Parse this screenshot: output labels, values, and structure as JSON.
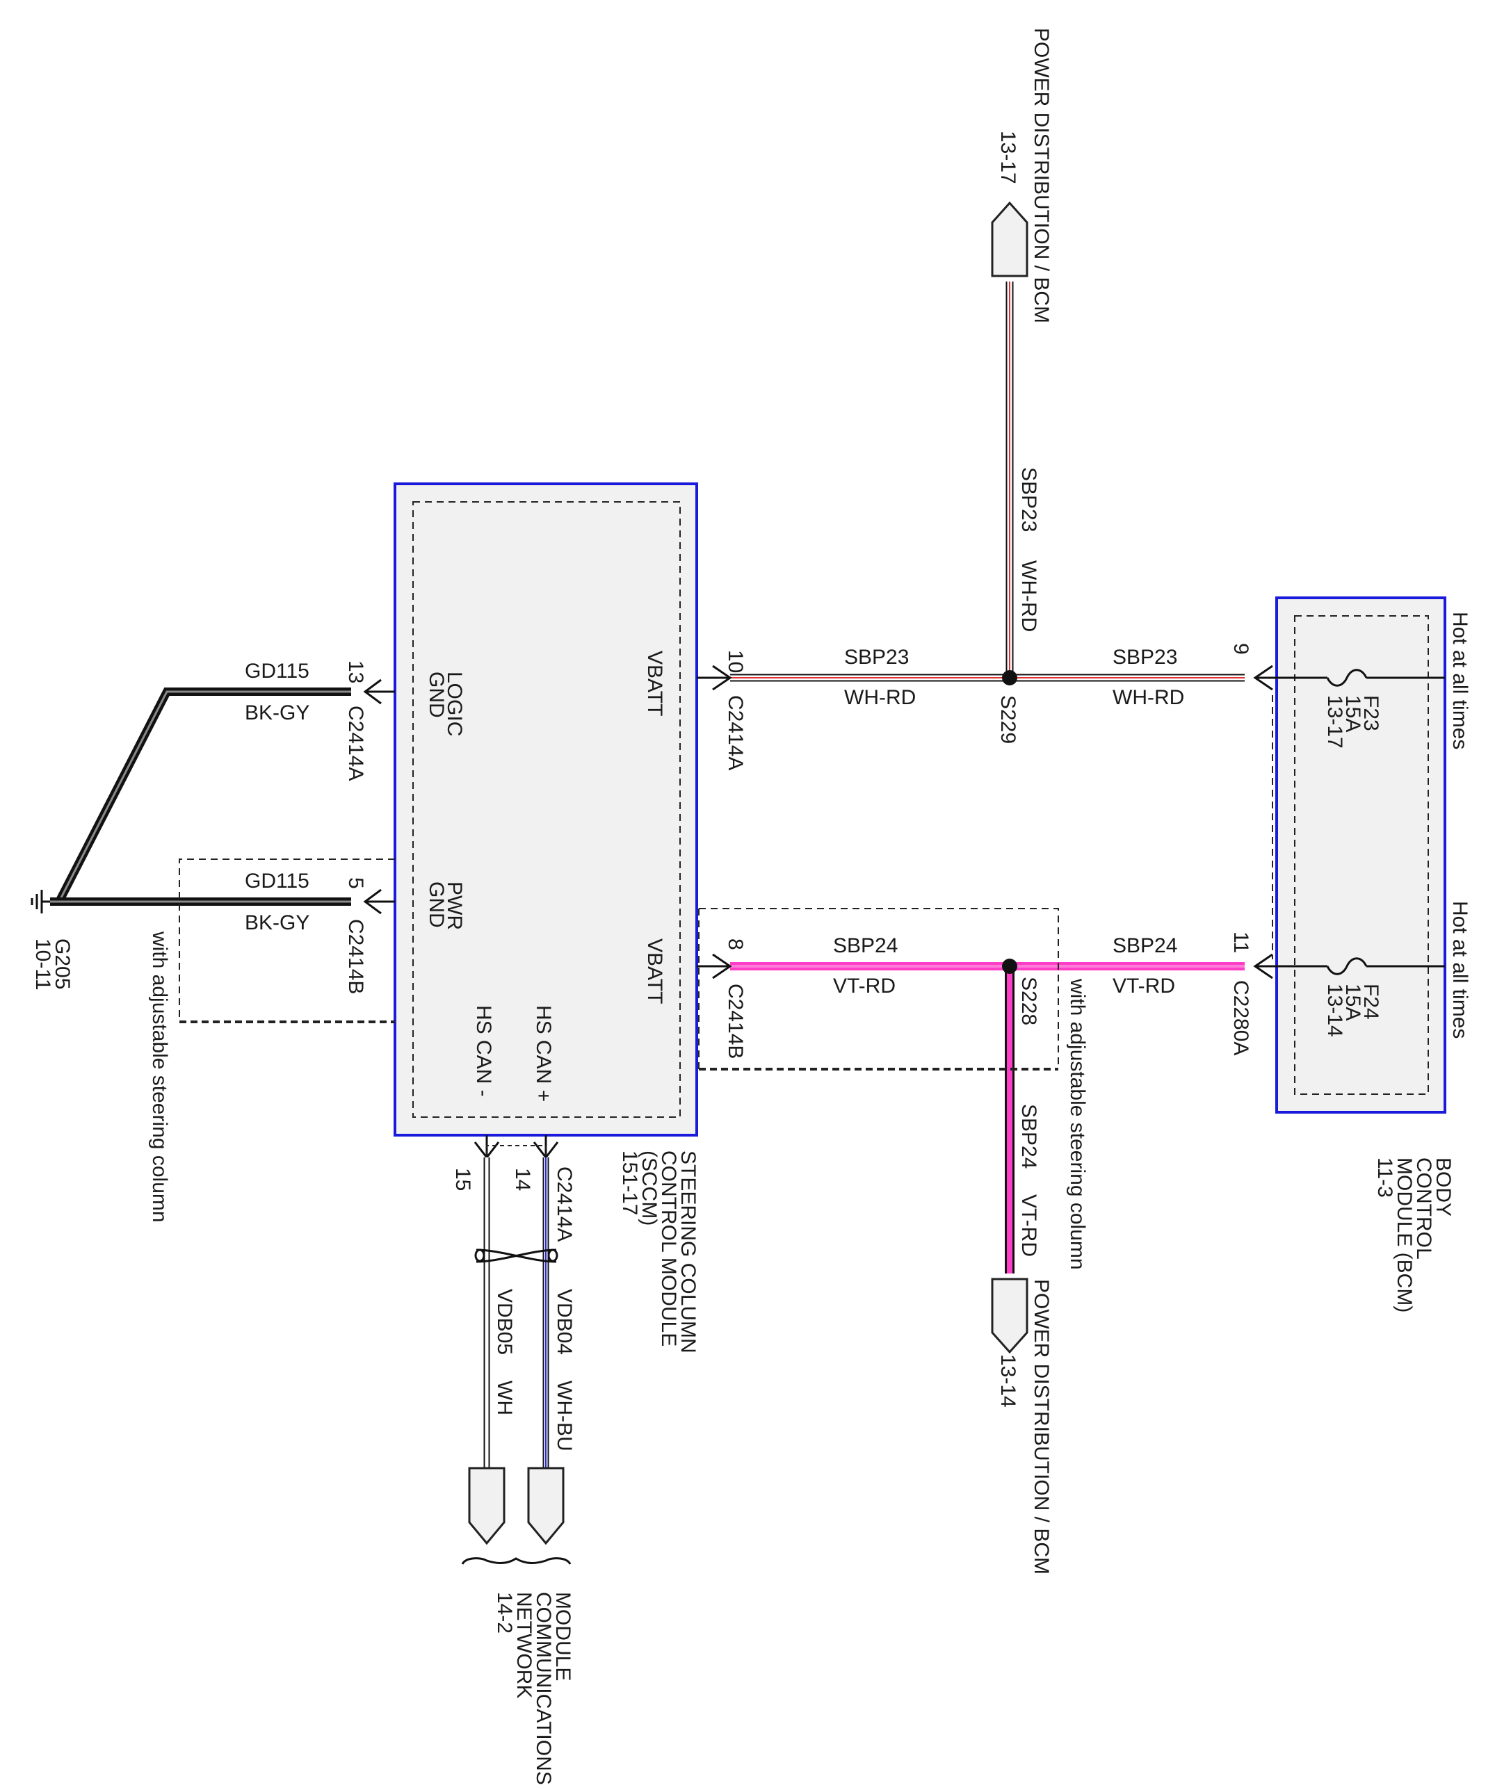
{
  "modules": {
    "sccm": {
      "name_lines": [
        "STEERING COLUMN",
        "CONTROL MODULE",
        "(SCCM)",
        "151-17"
      ],
      "pins": {
        "vbatt_top": "VBATT",
        "vbatt_bottom": "VBATT",
        "logic_gnd": [
          "LOGIC",
          "GND"
        ],
        "pwr_gnd": [
          "PWR",
          "GND"
        ],
        "hs_can_plus": "HS CAN +",
        "hs_can_minus": "HS CAN -"
      }
    },
    "bcm": {
      "name_lines": [
        "BODY",
        "CONTROL",
        "MODULE (BCM)",
        "11-3"
      ],
      "fuses": [
        {
          "name": "F23",
          "rating": "15A",
          "ref": "13-17"
        },
        {
          "name": "F24",
          "rating": "15A",
          "ref": "13-14"
        }
      ],
      "hot_label": "Hot at all times"
    }
  },
  "wires": {
    "sbp23_left": {
      "circuit": "SBP23",
      "color": "WH-RD",
      "pin": "10",
      "connector": "C2414A"
    },
    "sbp23_right": {
      "circuit": "SBP23",
      "color": "WH-RD",
      "pin": "9"
    },
    "sbp23_up": {
      "circuit": "SBP23",
      "color": "WH-RD"
    },
    "splice_s229": "S229",
    "sbp24_left": {
      "circuit": "SBP24",
      "color": "VT-RD",
      "pin": "8",
      "connector": "C2414B"
    },
    "sbp24_right": {
      "circuit": "SBP24",
      "color": "VT-RD",
      "pin": "11",
      "connector": "C2280A"
    },
    "sbp24_down": {
      "circuit": "SBP24",
      "color": "VT-RD"
    },
    "splice_s228": "S228",
    "gd115_top": {
      "circuit": "GD115",
      "color": "BK-GY",
      "pin": "13",
      "connector": "C2414A"
    },
    "gd115_bottom": {
      "circuit": "GD115",
      "color": "BK-GY",
      "pin": "5",
      "connector": "C2414B"
    },
    "vdb04": {
      "circuit": "VDB04",
      "color": "WH-BU",
      "pin": "14"
    },
    "vdb05": {
      "circuit": "VDB05",
      "color": "WH",
      "pin": "15"
    },
    "can_connector": "C2414A"
  },
  "ground": {
    "name": "G205",
    "ref": "10-11"
  },
  "references": {
    "power_dist_top": {
      "title": "POWER DISTRIBUTION / BCM",
      "page": "13-17"
    },
    "power_dist_bottom": {
      "title": "POWER DISTRIBUTION / BCM",
      "page": "13-14"
    },
    "mcn": {
      "lines": [
        "MODULE",
        "COMMUNICATIONS",
        "NETWORK",
        "14-2"
      ]
    }
  },
  "notes": {
    "adjustable_left": "with adjustable steering column",
    "adjustable_right": "with adjustable steering column"
  },
  "colors": {
    "module_border": "#1a1adc",
    "wire_red": "#e03030",
    "wire_violet": "#ff3ec8",
    "wire_blue": "#2a2ae0"
  }
}
